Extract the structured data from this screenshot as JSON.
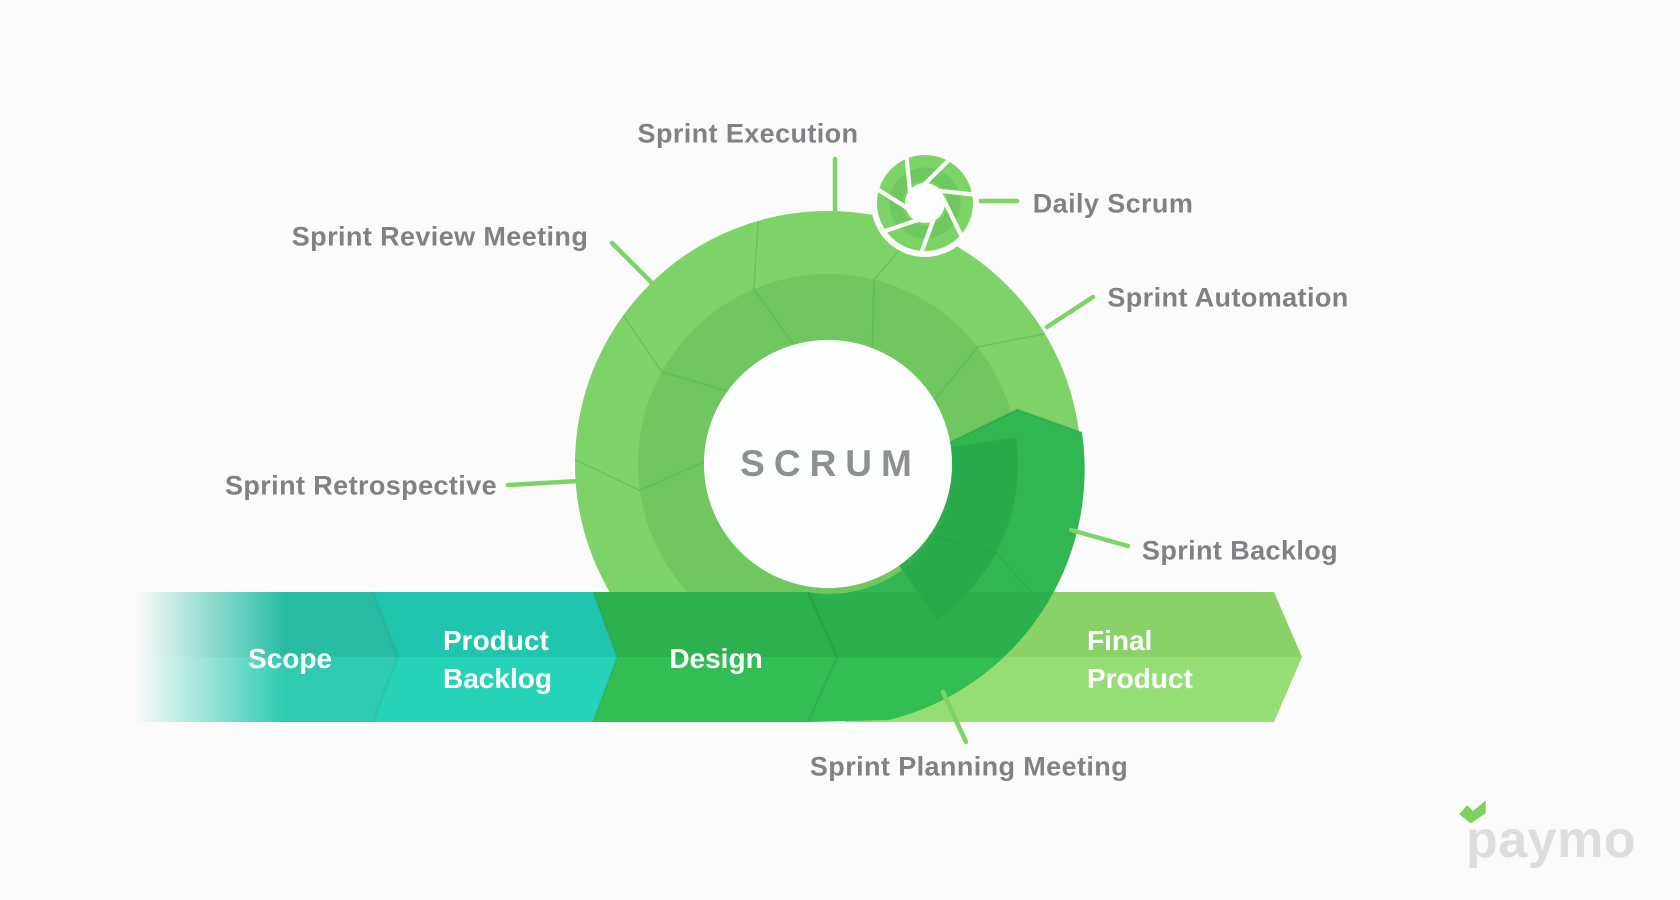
{
  "diagram": {
    "center_label": "SCRUM",
    "callouts": {
      "sprint_execution": "Sprint Execution",
      "daily_scrum": "Daily Scrum",
      "sprint_automation": "Sprint Automation",
      "sprint_backlog": "Sprint Backlog",
      "sprint_planning_meeting": "Sprint Planning Meeting",
      "sprint_retrospective": "Sprint Retrospective",
      "sprint_review_meeting": "Sprint Review Meeting"
    }
  },
  "process_flow": {
    "steps": [
      {
        "line1": "Scope",
        "line2": ""
      },
      {
        "line1": "Product",
        "line2": "Backlog"
      },
      {
        "line1": "Design",
        "line2": ""
      },
      {
        "line1": "Final",
        "line2": "Product"
      }
    ]
  },
  "logo": {
    "text": "paymo"
  },
  "colors": {
    "background": "#fafbfa",
    "ring_light_green": "#7dd367",
    "ring_muted_green": "#70c65f",
    "ring_dark_green": "#2fb551",
    "teal_scope": "#28bca5",
    "teal_product_backlog": "#1fc6ad",
    "green_design": "#2cb14e",
    "green_final_product": "#8ad268",
    "label_gray": "#797c7f",
    "band_text": "#ffffff",
    "logo_gray": "#dcdddd",
    "logo_mark_green": "#7ed15f"
  }
}
